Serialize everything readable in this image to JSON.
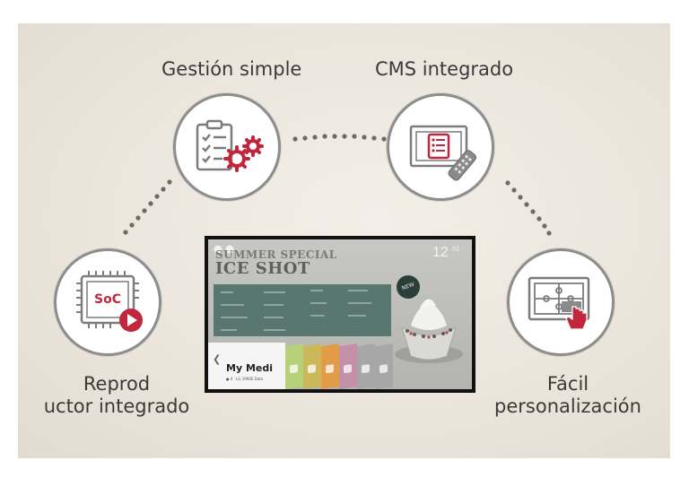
{
  "features": [
    {
      "label": "Gestión simple",
      "icon": "clipboard-gears-icon"
    },
    {
      "label": "CMS integrado",
      "icon": "remote-screen-icon"
    },
    {
      "label_lines": [
        "Reprod",
        "uctor integrado"
      ],
      "icon": "soc-play-icon",
      "badge": "SoC"
    },
    {
      "label_lines": [
        "Fácil",
        "personalización"
      ],
      "icon": "puzzle-touch-icon"
    }
  ],
  "tv": {
    "promo_line1": "SUMMER SPECIAL",
    "promo_line2": "ICE SHOT",
    "clock_hour": "12",
    "clock_min": "01",
    "new_badge": "NEW",
    "launcher_title": "My Medi",
    "launcher_sub": "● 4 · LG 1990E Data"
  },
  "colors": {
    "accent": "#c2263d",
    "circle_border": "#8d8d8d",
    "icon_gray": "#7c7c7c",
    "tile_colors": [
      "#b7d07a",
      "#cbb85a",
      "#e19c45",
      "#c48fa9",
      "#a7a7a7"
    ]
  }
}
